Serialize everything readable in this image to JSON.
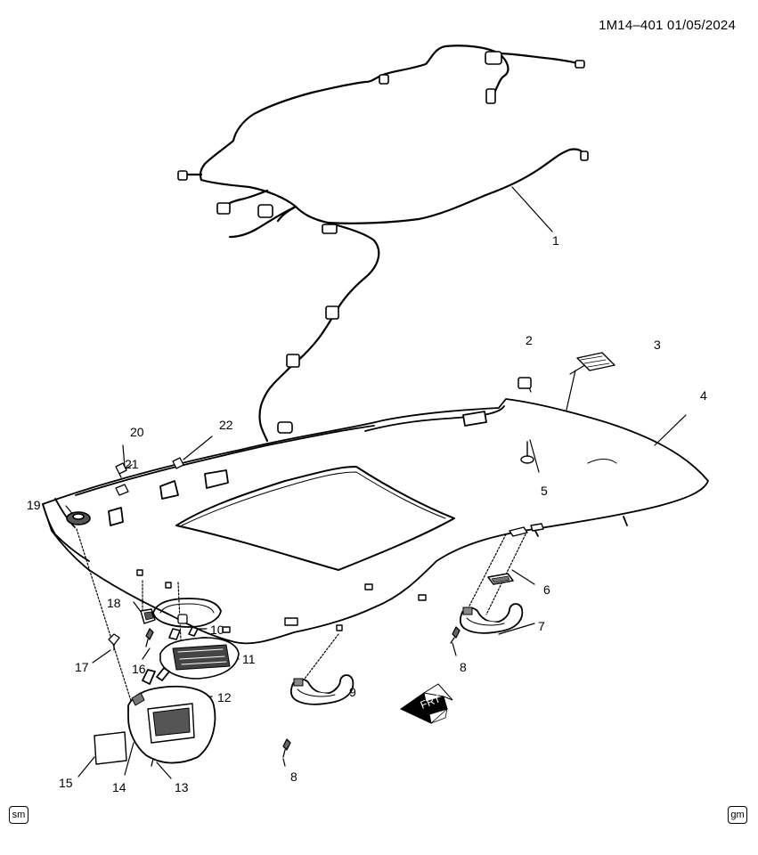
{
  "diagram_code": "1M14–401  01/05/2024",
  "callouts": [
    "1",
    "2",
    "3",
    "4",
    "5",
    "6",
    "7",
    "8",
    "8",
    "9",
    "10",
    "11",
    "12",
    "13",
    "14",
    "15",
    "16",
    "17",
    "18",
    "19",
    "20",
    "21",
    "22"
  ],
  "front_indicator": "FRT",
  "badges": {
    "left": "sm",
    "right": "gm"
  }
}
